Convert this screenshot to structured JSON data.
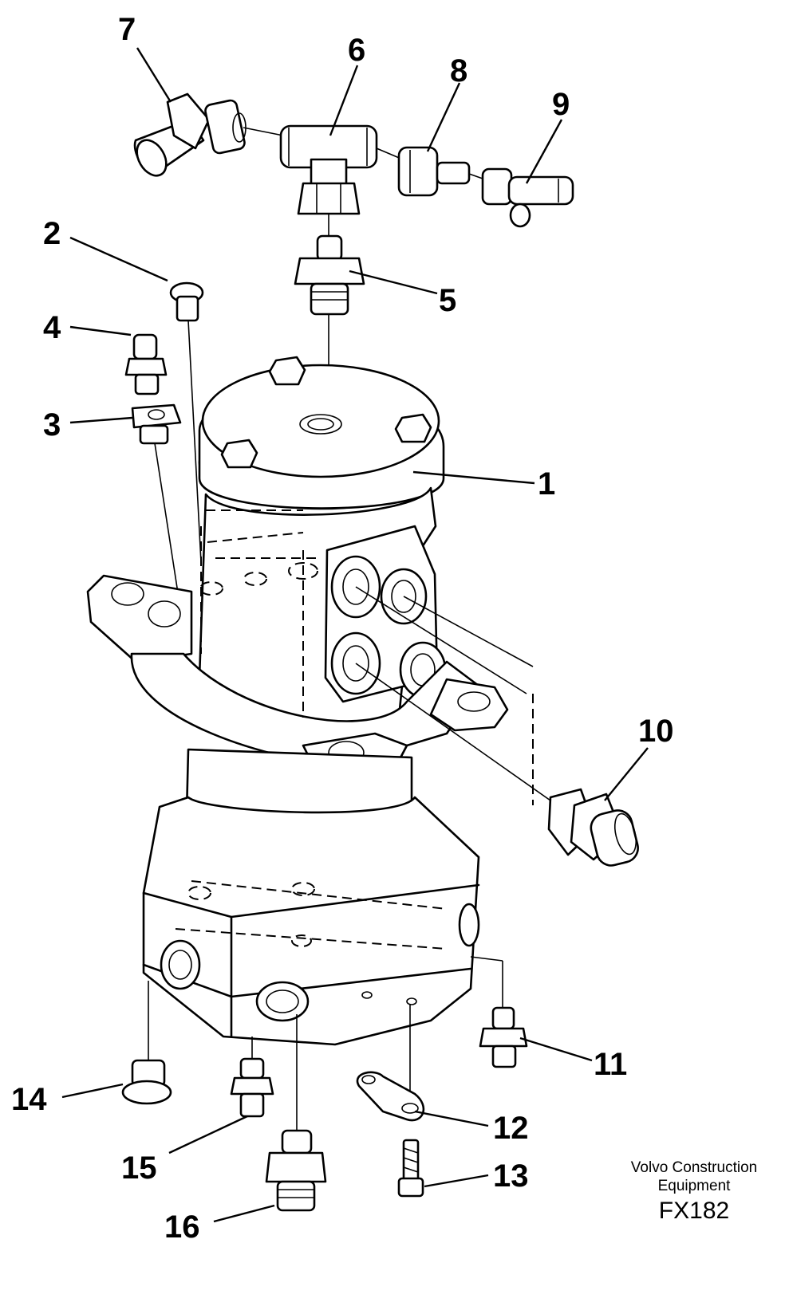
{
  "figure": {
    "callouts": [
      "1",
      "2",
      "3",
      "4",
      "5",
      "6",
      "7",
      "8",
      "9",
      "10",
      "11",
      "12",
      "13",
      "14",
      "15",
      "16"
    ],
    "caption": {
      "brand": "Volvo Construction",
      "equipment": "Equipment",
      "code": "FX182"
    }
  }
}
